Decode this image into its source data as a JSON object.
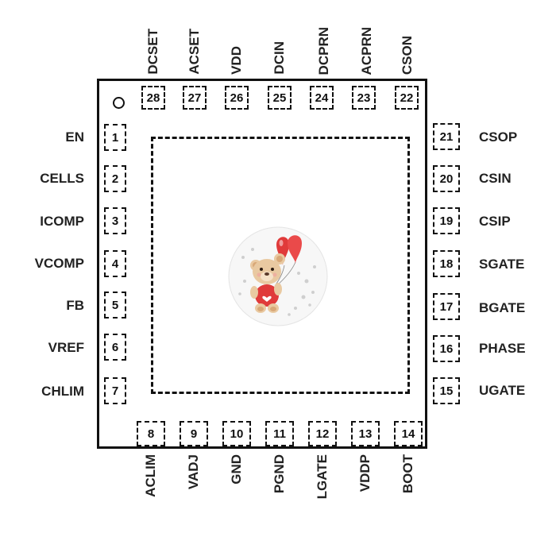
{
  "pins": {
    "left": [
      {
        "num": "1",
        "name": "EN"
      },
      {
        "num": "2",
        "name": "CELLS"
      },
      {
        "num": "3",
        "name": "ICOMP"
      },
      {
        "num": "4",
        "name": "VCOMP"
      },
      {
        "num": "5",
        "name": "FB"
      },
      {
        "num": "6",
        "name": "VREF"
      },
      {
        "num": "7",
        "name": "CHLIM"
      }
    ],
    "bottom": [
      {
        "num": "8",
        "name": "ACLIM"
      },
      {
        "num": "9",
        "name": "VADJ"
      },
      {
        "num": "10",
        "name": "GND"
      },
      {
        "num": "11",
        "name": "PGND"
      },
      {
        "num": "12",
        "name": "LGATE"
      },
      {
        "num": "13",
        "name": "VDDP"
      },
      {
        "num": "14",
        "name": "BOOT"
      }
    ],
    "right": [
      {
        "num": "15",
        "name": "UGATE"
      },
      {
        "num": "16",
        "name": "PHASE"
      },
      {
        "num": "17",
        "name": "BGATE"
      },
      {
        "num": "18",
        "name": "SGATE"
      },
      {
        "num": "19",
        "name": "CSIP"
      },
      {
        "num": "20",
        "name": "CSIN"
      },
      {
        "num": "21",
        "name": "CSOP"
      }
    ],
    "top": [
      {
        "num": "22",
        "name": "CSON"
      },
      {
        "num": "23",
        "name": "ACPRN"
      },
      {
        "num": "24",
        "name": "DCPRN"
      },
      {
        "num": "25",
        "name": "DCIN"
      },
      {
        "num": "26",
        "name": "VDD"
      },
      {
        "num": "27",
        "name": "ACSET"
      },
      {
        "num": "28",
        "name": "DCSET"
      }
    ]
  },
  "colors": {
    "outline": "#111111",
    "label": "#222222",
    "balloon": "#e03a3a",
    "bear": "#e9c9a1"
  },
  "logo_icon": "teddy-bear-with-balloons-icon"
}
